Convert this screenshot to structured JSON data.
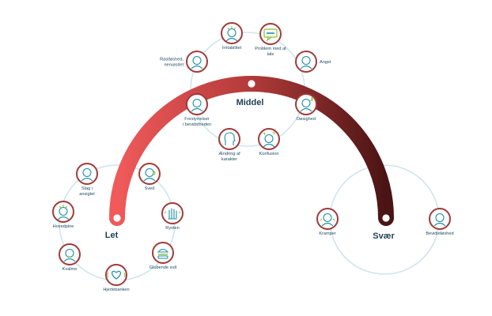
{
  "colors": {
    "ring": "#cfe5ec",
    "node_border": "#a13a3a",
    "icon_stroke": "#1c8fa6",
    "icon_accent": "#8fbf2a",
    "arc_start": "#f05a5a",
    "arc_mid": "#b23a3a",
    "arc_end": "#4a1414",
    "label": "#1f4b63"
  },
  "categories": {
    "let": "Let",
    "middel": "Middel",
    "svaer": "Svær"
  },
  "symptoms": {
    "let": [
      {
        "label": "Slag i ansigtet",
        "icon": "face-slap-icon"
      },
      {
        "label": "Sved",
        "icon": "sweat-face-icon"
      },
      {
        "label": "Hovedpine",
        "icon": "headache-icon"
      },
      {
        "label": "Rysten",
        "icon": "shaking-hand-icon"
      },
      {
        "label": "Kvalme",
        "icon": "nausea-icon"
      },
      {
        "label": "Glubende sult",
        "icon": "hunger-burger-icon"
      },
      {
        "label": "Hjertebanken",
        "icon": "heart-icon"
      }
    ],
    "middel": [
      {
        "label": "Irritabilitet",
        "icon": "irritated-face-icon"
      },
      {
        "label": "Problem med at tale",
        "icon": "speech-bubble-icon"
      },
      {
        "label": "Rastløshed, nervøsitet",
        "icon": "restless-face-icon"
      },
      {
        "label": "Angst",
        "icon": "anxious-face-icon"
      },
      {
        "label": "Forstyrrelser i bevidstheden",
        "icon": "disturbed-face-icon"
      },
      {
        "label": "Døsighed",
        "icon": "drowsy-face-icon"
      },
      {
        "label": "Ændring af karakter",
        "icon": "profile-head-icon"
      },
      {
        "label": "Konfusion",
        "icon": "confused-face-icon"
      }
    ],
    "svaer": [
      {
        "label": "Kramper",
        "icon": "cramps-icon"
      },
      {
        "label": "Bevidstløshed",
        "icon": "unconscious-face-icon"
      }
    ]
  }
}
